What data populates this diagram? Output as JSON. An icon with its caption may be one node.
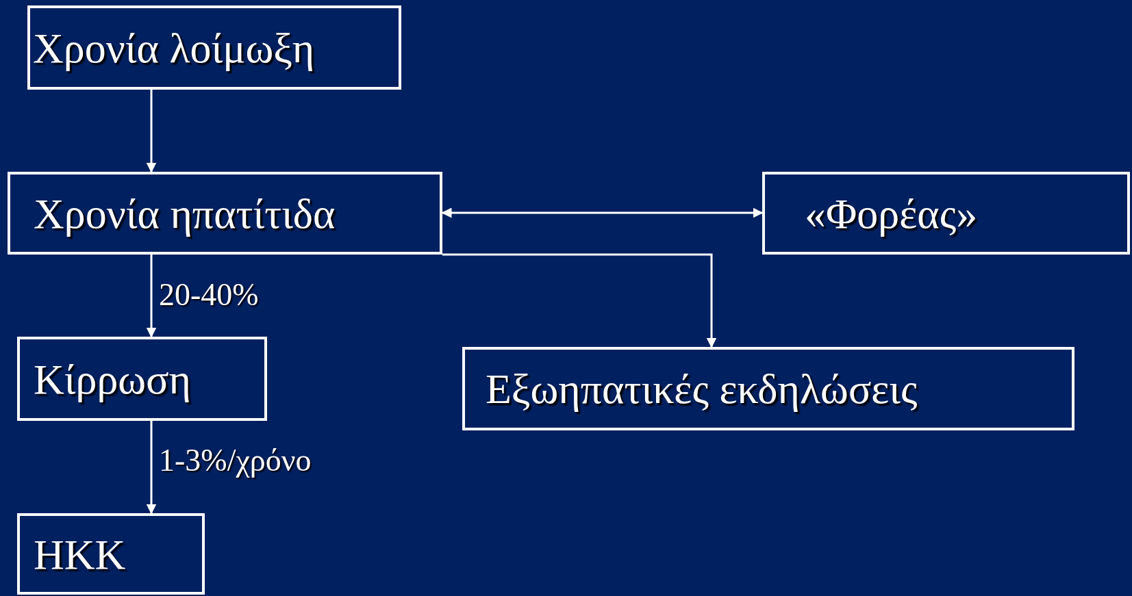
{
  "diagram": {
    "nodes": [
      {
        "text": [
          "Χρονία λοίμωξη"
        ]
      },
      {
        "text": [
          "Χρονία ηπατίτιδα"
        ]
      },
      {
        "text": [
          "«Φορέας»"
        ]
      },
      {
        "text": [
          "Κίρρωση"
        ]
      },
      {
        "text": [
          "Εξωηπατικές εκδηλώσεις"
        ]
      },
      {
        "text": [
          "ΗΚΚ"
        ]
      }
    ],
    "edges": [
      {
        "from": 0,
        "to": 1,
        "arrow": "to"
      },
      {
        "from": 1,
        "to": 2,
        "arrow": "both"
      },
      {
        "from": 1,
        "to": 3,
        "arrow": "to",
        "label": "20-40%"
      },
      {
        "from": 1,
        "to": 4,
        "arrow": "to"
      },
      {
        "from": 3,
        "to": 5,
        "arrow": "to",
        "label": "1-3%/χρόνο"
      }
    ]
  }
}
